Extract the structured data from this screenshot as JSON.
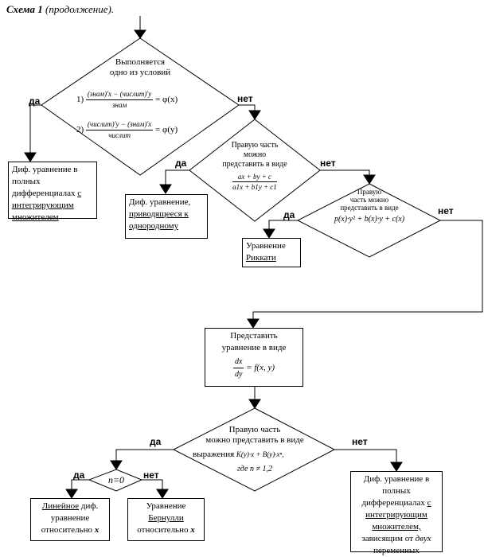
{
  "title": {
    "bold": "Схема 1",
    "rest": "(продолжение)."
  },
  "labels": {
    "yes": "да",
    "no": "нет"
  },
  "d1": {
    "line1": "Выполняется",
    "line2": "одно из условий",
    "c1_num": "(знам)'x − (числит)'y",
    "c1_den": "знам",
    "c1_rhs": "= φ(x)",
    "c1_no": "1)",
    "c2_num": "(числит)'y − (знам)'x",
    "c2_den": "числит",
    "c2_rhs": "= φ(y)",
    "c2_no": "2)"
  },
  "box1": {
    "a": "Диф. уравнение в полных дифференциалах ",
    "b": "с интегрирующим множителем"
  },
  "d2": {
    "line1": "Правую часть",
    "line2": "можно",
    "line3": "представить в виде",
    "num": "ax + by + c",
    "den": "a1x + b1y + c1"
  },
  "box2": {
    "a": "Диф. уравнение,",
    "b": "приводящееся к однородному"
  },
  "d3": {
    "line1": "Правую",
    "line2": "часть можно",
    "line3": "представить в виде",
    "expr": "p(x)·y² + b(x)·y + c(x)"
  },
  "box3": {
    "a": "Уравнение",
    "b": "Риккати"
  },
  "box4": {
    "line1": "Представить",
    "line2": "уравнение в виде",
    "num": "dx",
    "den": "dy",
    "rhs": "= f(x, y)"
  },
  "d4": {
    "line1": "Правую часть",
    "line2": "можно представить в виде",
    "line3": "выражения",
    "expr": "K(y)·x + B(y)·xⁿ,",
    "line4": "где n ≠ 1,2"
  },
  "d5": {
    "text": "n=0"
  },
  "box6": {
    "a": "Диф. уравнение в полных дифференциалах ",
    "b": "с интегрирующим множителем,",
    "c": " зависящим от ",
    "d": "двух",
    "e": " переменных"
  },
  "box7": {
    "a": "Линейное",
    "b": " диф. уравнение относительно ",
    "c": "x"
  },
  "box8": {
    "a": "Уравнение",
    "b": "Бернулли",
    "c": "относительно ",
    "d": "x"
  }
}
